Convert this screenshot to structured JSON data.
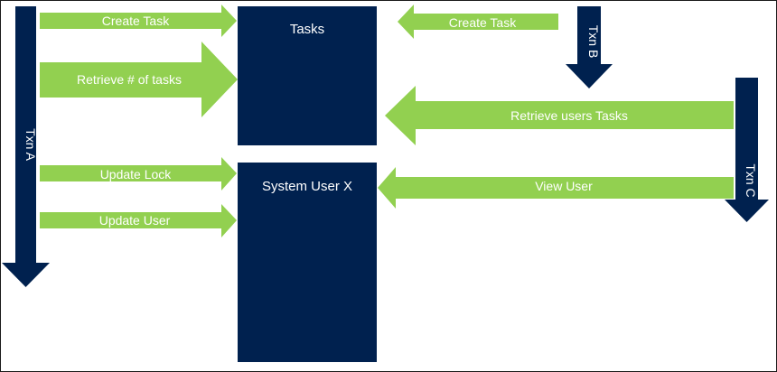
{
  "colors": {
    "box": "#00214f",
    "txn_arrow": "#00214f",
    "call_arrow": "#92d050",
    "border": "#1a1a1a",
    "text": "#ffffff"
  },
  "boxes": {
    "tasks": "Tasks",
    "system_user": "System User X"
  },
  "transactions": {
    "a": "Txn A",
    "b": "Txn B",
    "c": "Txn C"
  },
  "txn_a_arrows": {
    "create_task": "Create Task",
    "retrieve_count": "Retrieve # of tasks",
    "update_lock": "Update Lock",
    "update_user": "Update User"
  },
  "txn_b_arrows": {
    "create_task": "Create Task"
  },
  "txn_c_arrows": {
    "retrieve_user_tasks": "Retrieve users Tasks",
    "view_user": "View User"
  }
}
